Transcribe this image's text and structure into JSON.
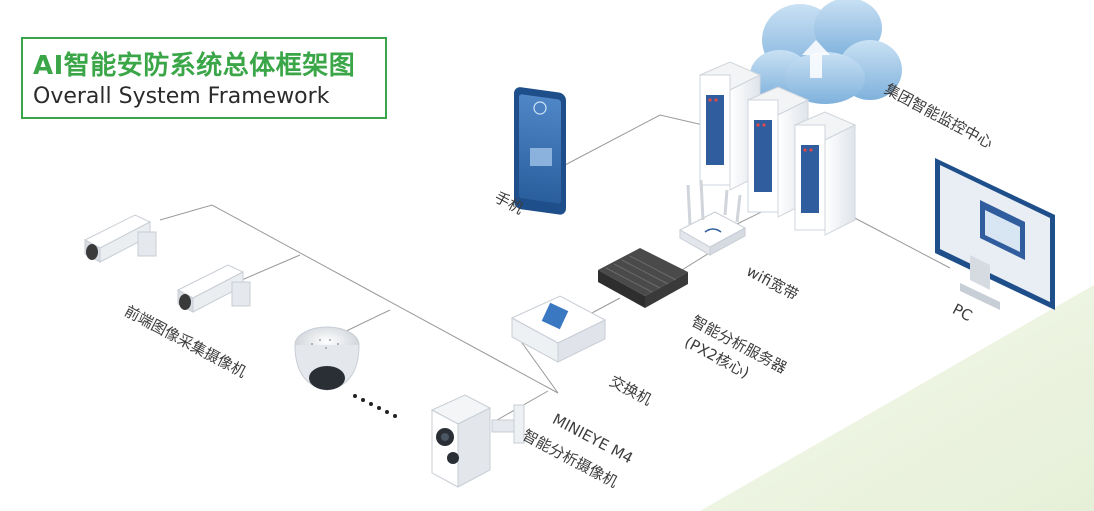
{
  "title": {
    "cn": "AI智能安防系统总体框架图",
    "en": "Overall System Framework"
  },
  "labels": {
    "cloud_center": "集团智能监控中心",
    "mobile": "手机",
    "wifi": "wifi宽带",
    "pc": "PC",
    "server_line1": "智能分析服务器",
    "server_line2": "(PX2核心)",
    "switch": "交换机",
    "front_cameras": "前端图像采集摄像机",
    "mini_line1": "MINIEYE M4",
    "mini_line2": "智能分析摄像机"
  },
  "colors": {
    "accent_green": "#3aa648",
    "line_gray": "#9a9a9a",
    "device_blue": "#2f5d9e",
    "cloud_blue": "#9ec8e8",
    "corner_green": "#eef5e3"
  }
}
